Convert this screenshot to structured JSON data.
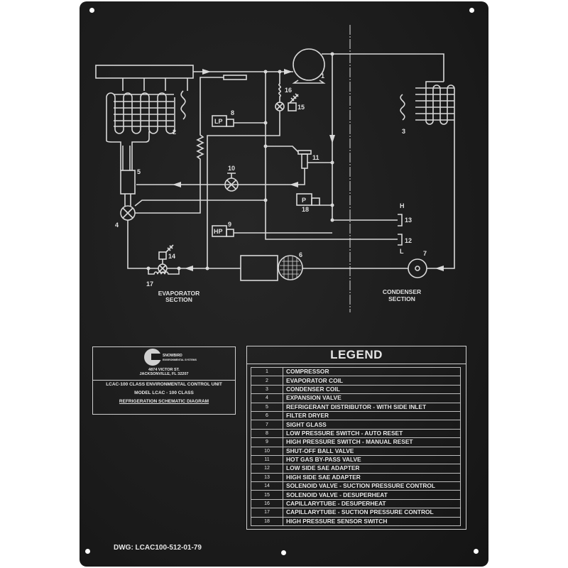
{
  "diagram": {
    "component_numbers": [
      "1",
      "2",
      "3",
      "4",
      "5",
      "6",
      "7",
      "8",
      "9",
      "10",
      "11",
      "12",
      "13",
      "14",
      "15",
      "16",
      "17",
      "18"
    ],
    "symbols": {
      "lp": "LP",
      "hp": "HP",
      "p": "P",
      "high": "H",
      "low": "L"
    },
    "evaporator_section": [
      "EVAPORATOR",
      "SECTION"
    ],
    "condenser_section": [
      "CONDENSER",
      "SECTION"
    ]
  },
  "title_block": {
    "brand": [
      "SNOWBIRD",
      "ENVIRONMENTAL SYSTEMS"
    ],
    "address": [
      "4874 VICTOR ST.",
      "JACKSONVILLE, FL 32207"
    ],
    "line1": "LCAC-100 CLASS ENVIRONMENTAL CONTROL UNIT",
    "line2": "MODEL LCAC - 100 CLASS",
    "line3": "REFRIGERATION SCHEMATIC DIAGRAM"
  },
  "legend": {
    "title": "LEGEND",
    "items": [
      {
        "n": "1",
        "label": "COMPRESSOR"
      },
      {
        "n": "2",
        "label": "EVAPORATOR COIL"
      },
      {
        "n": "3",
        "label": "CONDENSER COIL"
      },
      {
        "n": "4",
        "label": "EXPANSION VALVE"
      },
      {
        "n": "5",
        "label": "REFRIGERANT DISTRIBUTOR - WITH SIDE INLET"
      },
      {
        "n": "6",
        "label": "FILTER DRYER"
      },
      {
        "n": "7",
        "label": "SIGHT GLASS"
      },
      {
        "n": "8",
        "label": "LOW PRESSURE SWITCH - AUTO RESET"
      },
      {
        "n": "9",
        "label": "HIGH PRESSURE SWITCH - MANUAL RESET"
      },
      {
        "n": "10",
        "label": "SHUT-OFF BALL VALVE"
      },
      {
        "n": "11",
        "label": "HOT GAS BY-PASS VALVE"
      },
      {
        "n": "12",
        "label": "LOW SIDE SAE ADAPTER"
      },
      {
        "n": "13",
        "label": "HIGH SIDE SAE ADAPTER"
      },
      {
        "n": "14",
        "label": "SOLENOID VALVE - SUCTION PRESSURE CONTROL"
      },
      {
        "n": "15",
        "label": "SOLENOID VALVE - DESUPERHEAT"
      },
      {
        "n": "16",
        "label": "CAPILLARYTUBE - DESUPERHEAT"
      },
      {
        "n": "17",
        "label": "CAPILLARYTUBE - SUCTION PRESSURE CONTROL"
      },
      {
        "n": "18",
        "label": "HIGH PRESSURE SENSOR SWITCH"
      }
    ]
  },
  "drawing_number": "DWG: LCAC100-512-01-79"
}
